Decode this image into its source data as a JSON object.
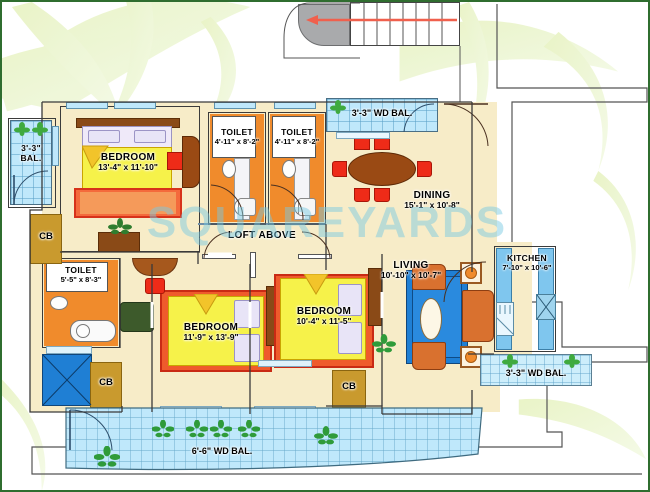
{
  "meta": {
    "kind": "residential-floor-plan",
    "watermark": "SQUAREYARDS"
  },
  "rooms": [
    {
      "id": "master-bedroom",
      "name": "BEDROOM",
      "dims": "13'-4\" x 11'-10\""
    },
    {
      "id": "toilet-1",
      "name": "TOILET",
      "dims": "4'-11\" x 8'-2\""
    },
    {
      "id": "toilet-2",
      "name": "TOILET",
      "dims": "4'-11\" x 8'-2\""
    },
    {
      "id": "dining",
      "name": "DINING",
      "dims": "15'-1\" x 10'-8\""
    },
    {
      "id": "kitchen",
      "name": "KITCHEN",
      "dims": "7'-10\" x 10'-6\""
    },
    {
      "id": "living",
      "name": "LIVING",
      "dims": "10'-10\" x 10'-7\""
    },
    {
      "id": "toilet-3",
      "name": "TOILET",
      "dims": "5'-5\" x 8'-3\""
    },
    {
      "id": "bedroom-2",
      "name": "BEDROOM",
      "dims": "11'-9\" x 13'-9\""
    },
    {
      "id": "bedroom-3",
      "name": "BEDROOM",
      "dims": "10'-4\" x 11'-5\""
    }
  ],
  "balconies": [
    {
      "id": "bal-left",
      "label": "3'-3\"",
      "label2": "BAL."
    },
    {
      "id": "bal-top-wd",
      "label": "3'-3\" WD BAL."
    },
    {
      "id": "bal-right-wd",
      "label": "3'-3\" WD BAL."
    },
    {
      "id": "bal-bottom-wd",
      "label": "6'-6\" WD BAL."
    }
  ],
  "annotations": [
    {
      "id": "loft",
      "label": "LOFT ABOVE"
    }
  ],
  "cupboards": [
    {
      "id": "cb-1",
      "label": "CB"
    },
    {
      "id": "cb-2",
      "label": "CB"
    },
    {
      "id": "cb-3",
      "label": "CB"
    }
  ],
  "colors": {
    "floor": "#f7ecc8",
    "toilet_floor": "#f08b2c",
    "tile": "#bfe8fb",
    "watermark": "#78c8e1",
    "border": "#2f6d2f",
    "arrow": "#f0604d"
  }
}
